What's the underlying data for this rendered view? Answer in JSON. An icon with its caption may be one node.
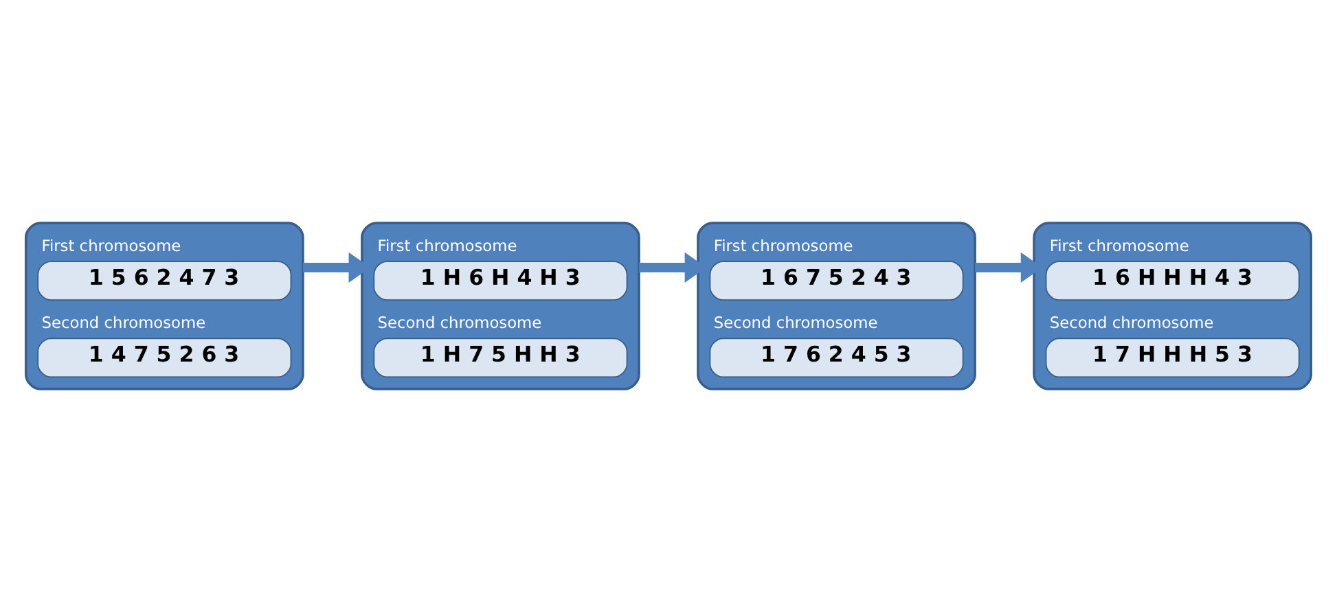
{
  "diagram": {
    "nodes": [
      {
        "text": [],
        "shape": "box"
      },
      {
        "text": [
          "First chromosome",
          "1 5 6 2 4 7 3"
        ],
        "in": 0
      },
      {
        "text": [
          "Second chromosome",
          "1 4 7 5 2 6 3"
        ],
        "in": 0
      },
      {
        "text": [],
        "shape": "box"
      },
      {
        "text": [
          "First chromosome",
          "1 H 6 H 4 H 3"
        ],
        "in": 3
      },
      {
        "text": [
          "Second chromosome",
          "1 H 7 5 H H 3"
        ],
        "in": 3
      },
      {
        "text": [],
        "shape": "box"
      },
      {
        "text": [
          "First chromosome",
          "1 6 7 5 2 4 3"
        ],
        "in": 6
      },
      {
        "text": [
          "Second chromosome",
          "1 7 6 2 4 5 3"
        ],
        "in": 6
      },
      {
        "text": [],
        "shape": "box"
      },
      {
        "text": [
          "First chromosome",
          "1 6 H H H 4 3"
        ],
        "in": 9
      },
      {
        "text": [
          "Second chromosome",
          "1 7 H H H 5 3"
        ],
        "in": 9
      }
    ],
    "edges": [
      {
        "from": 0,
        "to": 3,
        "arrow": "to"
      },
      {
        "from": 3,
        "to": 6,
        "arrow": "to"
      },
      {
        "from": 6,
        "to": 9,
        "arrow": "to"
      }
    ]
  }
}
